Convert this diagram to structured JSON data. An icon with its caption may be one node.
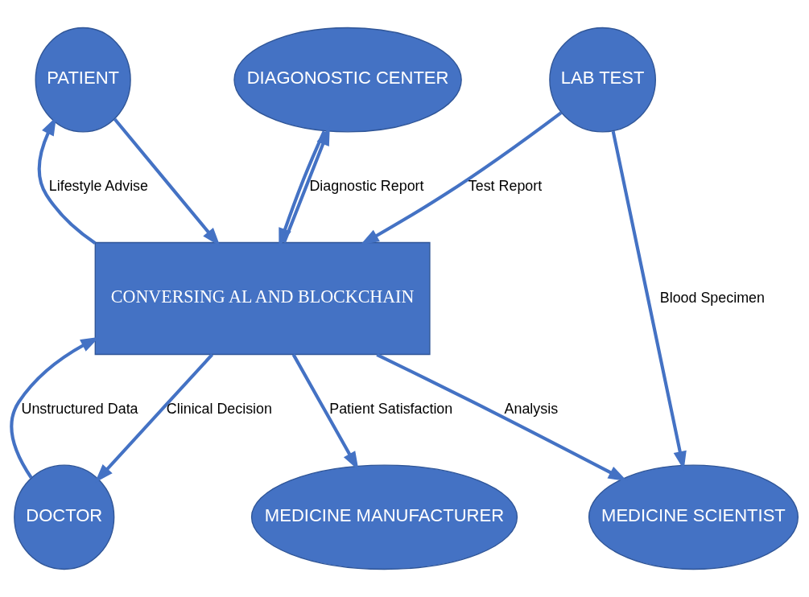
{
  "diagram": {
    "nodes": [
      {
        "text": [
          "PATIENT"
        ]
      },
      {
        "text": [
          "LAB TEST"
        ]
      },
      {
        "text": [
          "DIAGONOSTIC CENTER"
        ]
      },
      {
        "text": [
          "CONVERSING AL AND BLOCKCHAIN"
        ]
      },
      {
        "text": [
          "MEDICINE SCIENTIST"
        ]
      },
      {
        "text": [
          "DOCTOR"
        ]
      },
      {
        "text": [
          "MEDICINE MANUFACTURER"
        ]
      }
    ],
    "edges": [
      {
        "from": 0,
        "to": 3,
        "arrow": "to"
      },
      {
        "from": 3,
        "to": 0,
        "arrow": "to",
        "label": "Lifestyle Advise"
      },
      {
        "from": 1,
        "to": 3,
        "arrow": "to",
        "label": "Test Report"
      },
      {
        "from": 1,
        "to": 4,
        "arrow": "to",
        "label": "Blood Specimen"
      },
      {
        "from": 2,
        "to": 3,
        "arrow": "to"
      },
      {
        "from": 3,
        "to": 2,
        "arrow": "to",
        "label": "Diagnostic Report"
      },
      {
        "from": 3,
        "to": 4,
        "arrow": "to",
        "label": "Analysis"
      },
      {
        "from": 3,
        "to": 6,
        "arrow": "to",
        "label": "Patient Satisfaction"
      },
      {
        "from": 3,
        "to": 5,
        "arrow": "to",
        "label": "Clinical Decision"
      },
      {
        "from": 5,
        "to": 3,
        "arrow": "to",
        "label": "Unstructured Data"
      }
    ]
  }
}
